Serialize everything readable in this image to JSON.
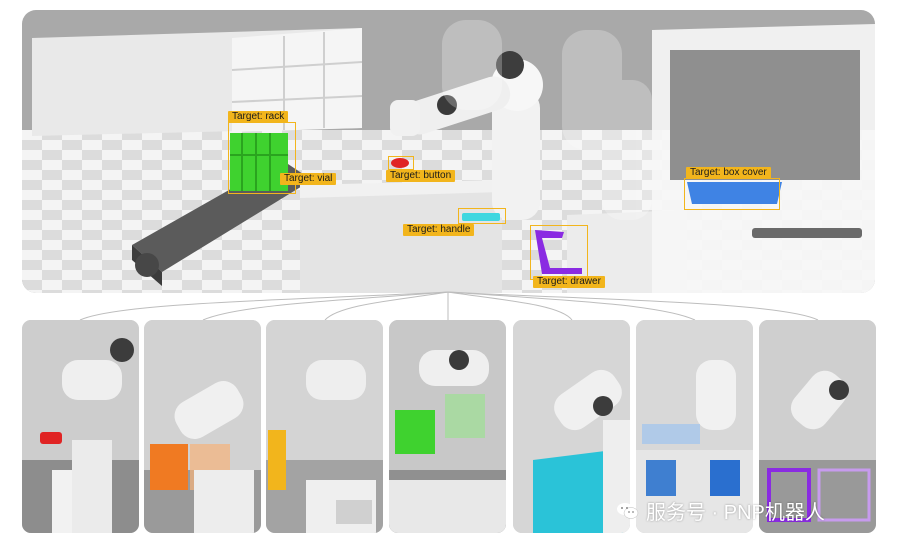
{
  "targets": [
    {
      "id": "rack",
      "label": "Target: rack"
    },
    {
      "id": "vial",
      "label": "Target: vial"
    },
    {
      "id": "button",
      "label": "Target: button"
    },
    {
      "id": "handle",
      "label": "Target: handle"
    },
    {
      "id": "drawer",
      "label": "Target: drawer"
    },
    {
      "id": "box_cover",
      "label": "Target: box cover"
    }
  ],
  "watermark": {
    "text": "服务号 · PNP机器人",
    "icon": "wechat-icon"
  },
  "colors": {
    "label_bg": "#f2b51c",
    "rack_green": "#3fd22f",
    "vial_orange": "#f07a22",
    "button_red": "#e02424",
    "handle_cyan": "#3fd7e0",
    "drawer_purple": "#8a2be2",
    "box_blue": "#1f6fe0"
  },
  "panels": [
    {
      "id": "panel-button",
      "object": "button-icon"
    },
    {
      "id": "panel-vial-orange",
      "object": "vial-rack-icon"
    },
    {
      "id": "panel-vial-yellow",
      "object": "vial-icon"
    },
    {
      "id": "panel-rack-green",
      "object": "rack-icon"
    },
    {
      "id": "panel-box-cyan",
      "object": "box-icon"
    },
    {
      "id": "panel-box-cover",
      "object": "box-cover-icon"
    },
    {
      "id": "panel-drawer",
      "object": "drawer-icon"
    }
  ]
}
